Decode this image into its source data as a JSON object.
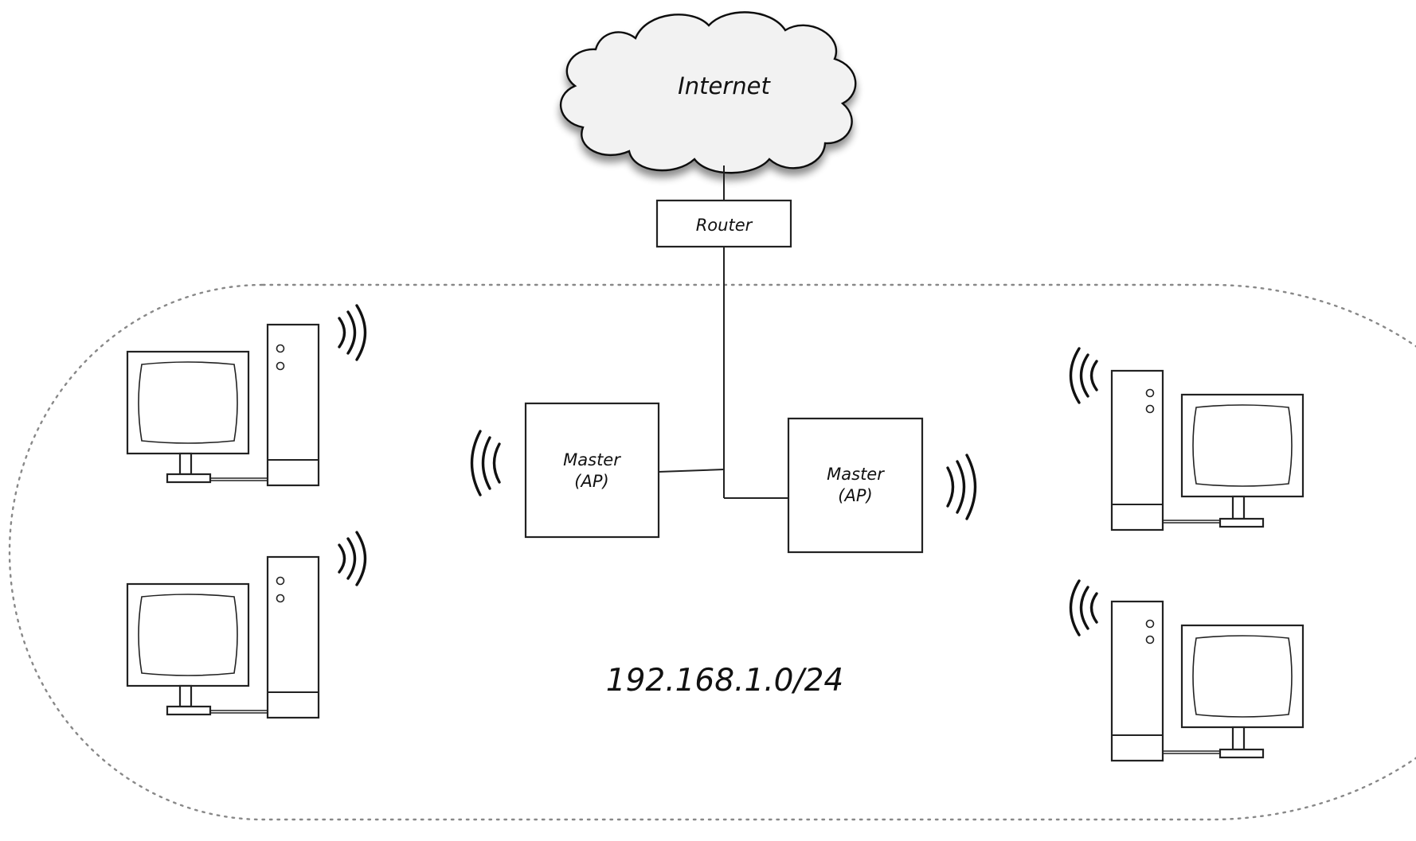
{
  "cloud": {
    "label": "Internet"
  },
  "router": {
    "label": "Router"
  },
  "access_points": [
    {
      "line1": "Master",
      "line2": "(AP)"
    },
    {
      "line1": "Master",
      "line2": "(AP)"
    }
  ],
  "network": {
    "subnet": "192.168.1.0/24"
  },
  "clients": {
    "count": 4
  }
}
